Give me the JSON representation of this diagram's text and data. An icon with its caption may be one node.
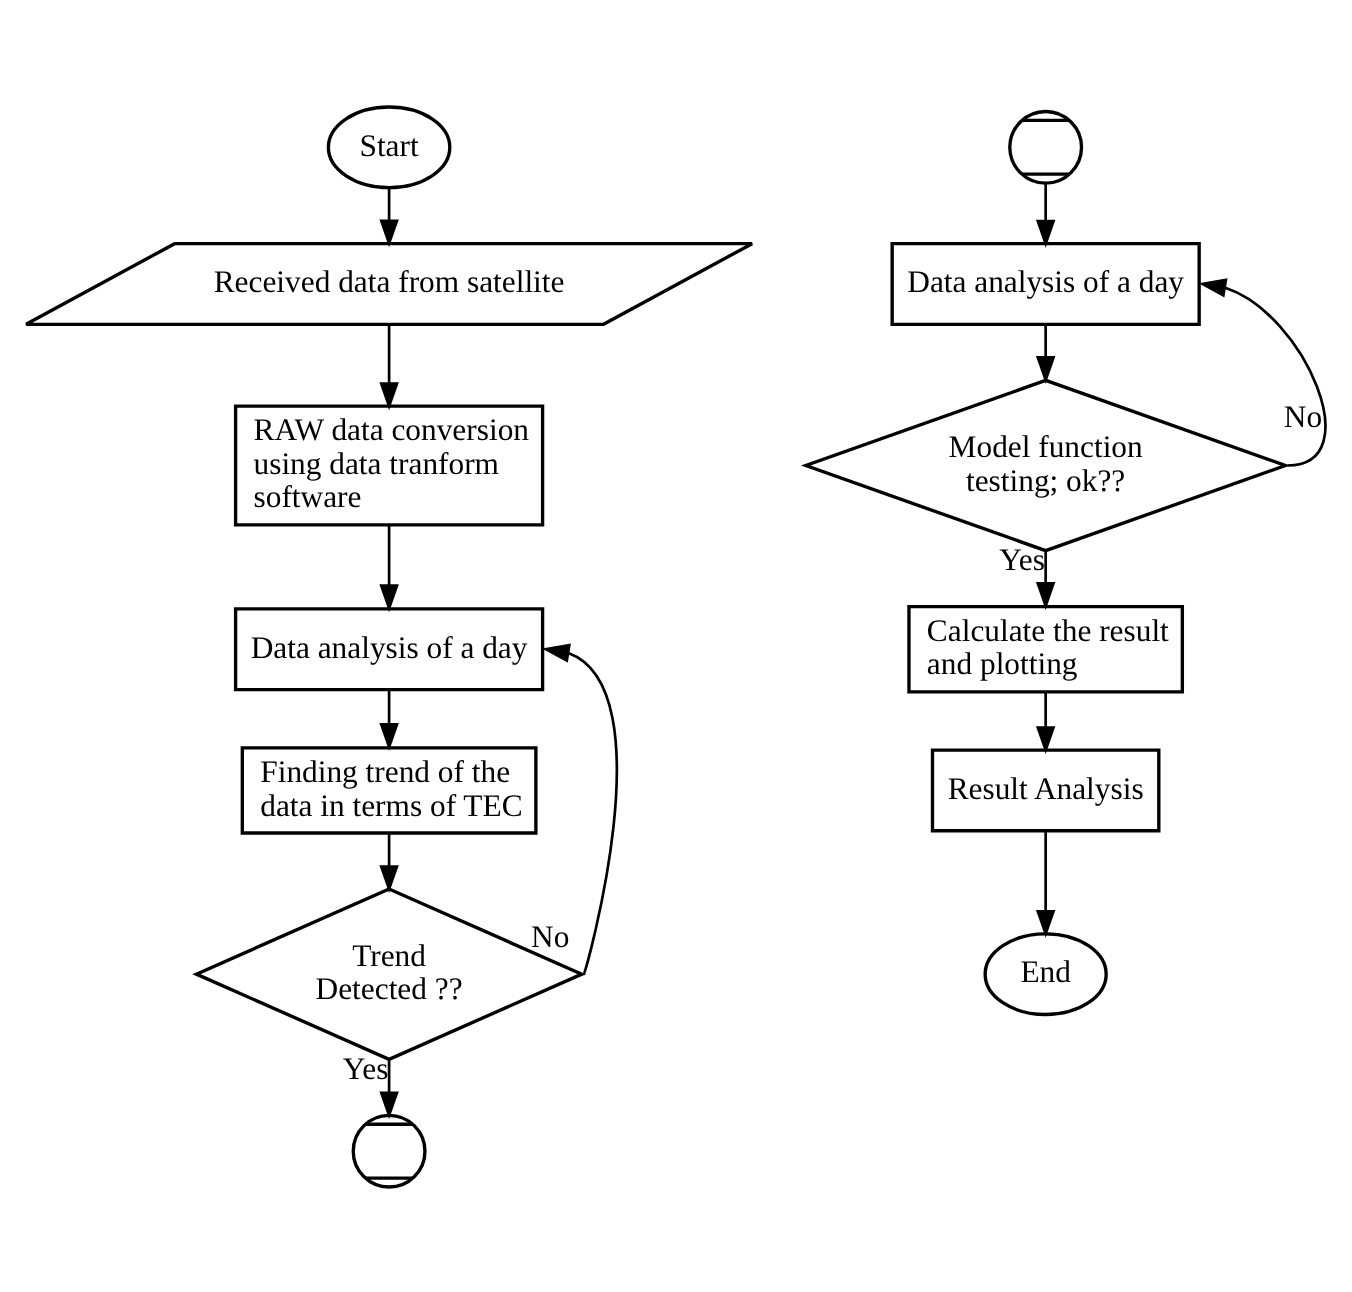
{
  "diagram": {
    "nodes": [
      {
        "text": [
          "Start"
        ]
      },
      {
        "text": [
          "Received data from satellite"
        ]
      },
      {
        "text": [
          "RAW data conversion using data tranform software"
        ]
      },
      {
        "text": [
          "Data analysis of a day"
        ]
      },
      {
        "text": [
          "Finding trend of the data in terms of TEC"
        ]
      },
      {
        "text": [
          "Trend Detected ??"
        ]
      },
      {
        "text": [],
        "shape": "circle"
      },
      {
        "text": [],
        "shape": "circle"
      },
      {
        "text": [
          "Data analysis of a day"
        ]
      },
      {
        "text": [
          "Model function testing; ok??"
        ]
      },
      {
        "text": [
          "Calculate the result and plotting"
        ]
      },
      {
        "text": [
          "Result Analysis"
        ]
      },
      {
        "text": [
          "End"
        ]
      }
    ],
    "edges": [
      {
        "from": 0,
        "to": 1,
        "arrow": "to"
      },
      {
        "from": 1,
        "to": 2,
        "arrow": "to"
      },
      {
        "from": 2,
        "to": 3,
        "arrow": "to"
      },
      {
        "from": 3,
        "to": 4,
        "arrow": "to"
      },
      {
        "from": 4,
        "to": 5,
        "arrow": "to"
      },
      {
        "from": 5,
        "to": 3,
        "arrow": "to",
        "label": "No"
      },
      {
        "from": 5,
        "to": 6,
        "arrow": "to",
        "label": "Yes"
      },
      {
        "from": 7,
        "to": 8,
        "arrow": "to"
      },
      {
        "from": 8,
        "to": 9,
        "arrow": "to"
      },
      {
        "from": 9,
        "to": 8,
        "arrow": "to",
        "label": "No"
      },
      {
        "from": 9,
        "to": 10,
        "arrow": "to",
        "label": "Yes"
      },
      {
        "from": 10,
        "to": 11,
        "arrow": "to"
      },
      {
        "from": 11,
        "to": 12,
        "arrow": "to"
      }
    ]
  }
}
